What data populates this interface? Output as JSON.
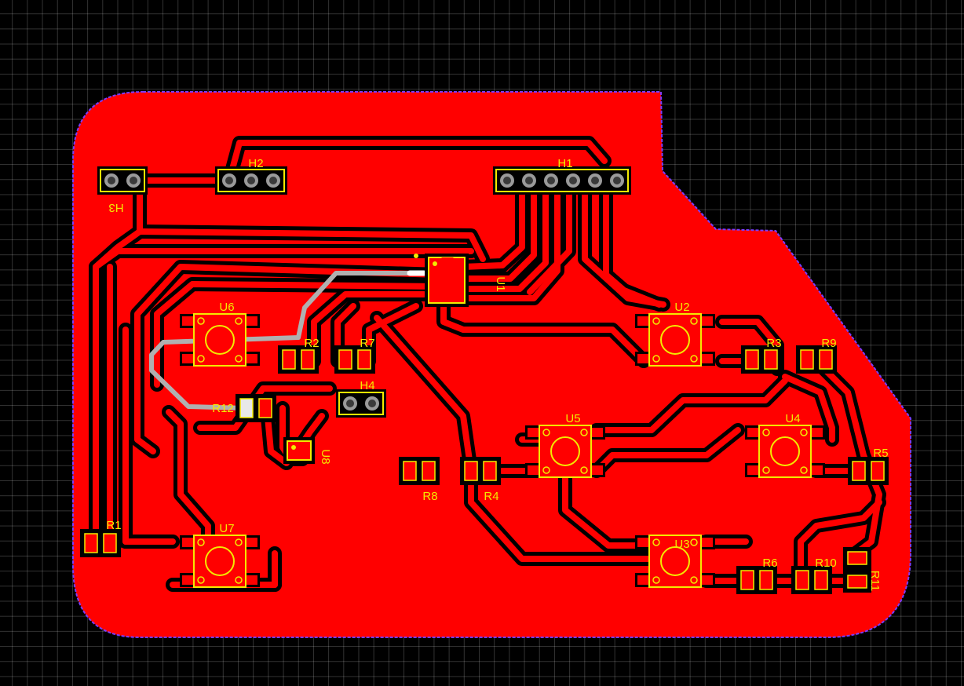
{
  "colors": {
    "background": "#000000",
    "copper_pour": "#ff0000",
    "trace_clearance": "#000000",
    "board_outline": "#7a3cff",
    "silkscreen": "#f3ea00",
    "pad_fill": "#ff0000",
    "through_hole": "#3a3a3a",
    "bottom_trace": "#b0b0b0",
    "highlight_trace": "#ffffff"
  },
  "components": [
    {
      "ref": "H3",
      "kind": "header"
    },
    {
      "ref": "H2",
      "kind": "header"
    },
    {
      "ref": "H1",
      "kind": "header"
    },
    {
      "ref": "U1",
      "kind": "ic"
    },
    {
      "ref": "U6",
      "kind": "tactile-switch"
    },
    {
      "ref": "R2",
      "kind": "resistor"
    },
    {
      "ref": "R7",
      "kind": "resistor"
    },
    {
      "ref": "U2",
      "kind": "tactile-switch"
    },
    {
      "ref": "R3",
      "kind": "resistor"
    },
    {
      "ref": "R9",
      "kind": "resistor"
    },
    {
      "ref": "H4",
      "kind": "header"
    },
    {
      "ref": "R12",
      "kind": "resistor"
    },
    {
      "ref": "U8",
      "kind": "ic"
    },
    {
      "ref": "U5",
      "kind": "tactile-switch"
    },
    {
      "ref": "U4",
      "kind": "tactile-switch"
    },
    {
      "ref": "R5",
      "kind": "resistor"
    },
    {
      "ref": "R8",
      "kind": "resistor"
    },
    {
      "ref": "R4",
      "kind": "resistor"
    },
    {
      "ref": "R1",
      "kind": "resistor"
    },
    {
      "ref": "U7",
      "kind": "tactile-switch"
    },
    {
      "ref": "U3",
      "kind": "tactile-switch"
    },
    {
      "ref": "R6",
      "kind": "resistor"
    },
    {
      "ref": "R10",
      "kind": "resistor"
    },
    {
      "ref": "R11",
      "kind": "resistor"
    }
  ]
}
